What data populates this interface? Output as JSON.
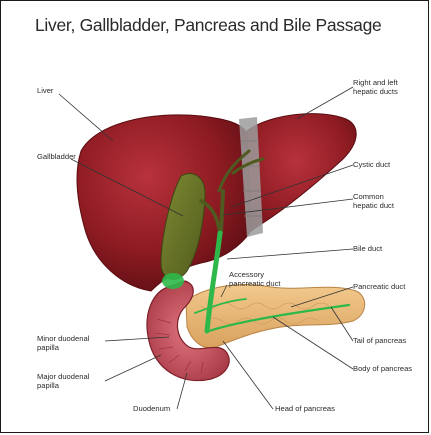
{
  "title": "Liver, Gallbladder, Pancreas and Bile Passage",
  "labels": {
    "liver": "Liver",
    "gallbladder": "Gallbladder",
    "minor_papilla": "Minor duodenal\npapilla",
    "major_papilla": "Major duodenal\npapilla",
    "duodenum": "Duodenum",
    "head_pancreas": "Head of pancreas",
    "body_pancreas": "Body of pancreas",
    "tail_pancreas": "Tail of pancreas",
    "pancreatic_duct": "Pancreatic duct",
    "accessory_duct": "Accessory\npancreatic duct",
    "bile_duct": "Bile duct",
    "common_hepatic": "Common\nhepatic duct",
    "cystic_duct": "Cystic duct",
    "hepatic_ducts": "Right and left\nhepatic ducts"
  },
  "colors": {
    "liver": "#8e1b22",
    "liver_highlight": "#b3303a",
    "gallbladder": "#6f7a2a",
    "bile_green": "#2fb84a",
    "pancreas": "#e8b777",
    "duodenum": "#c9505b",
    "ligament": "#9c9c9c"
  }
}
